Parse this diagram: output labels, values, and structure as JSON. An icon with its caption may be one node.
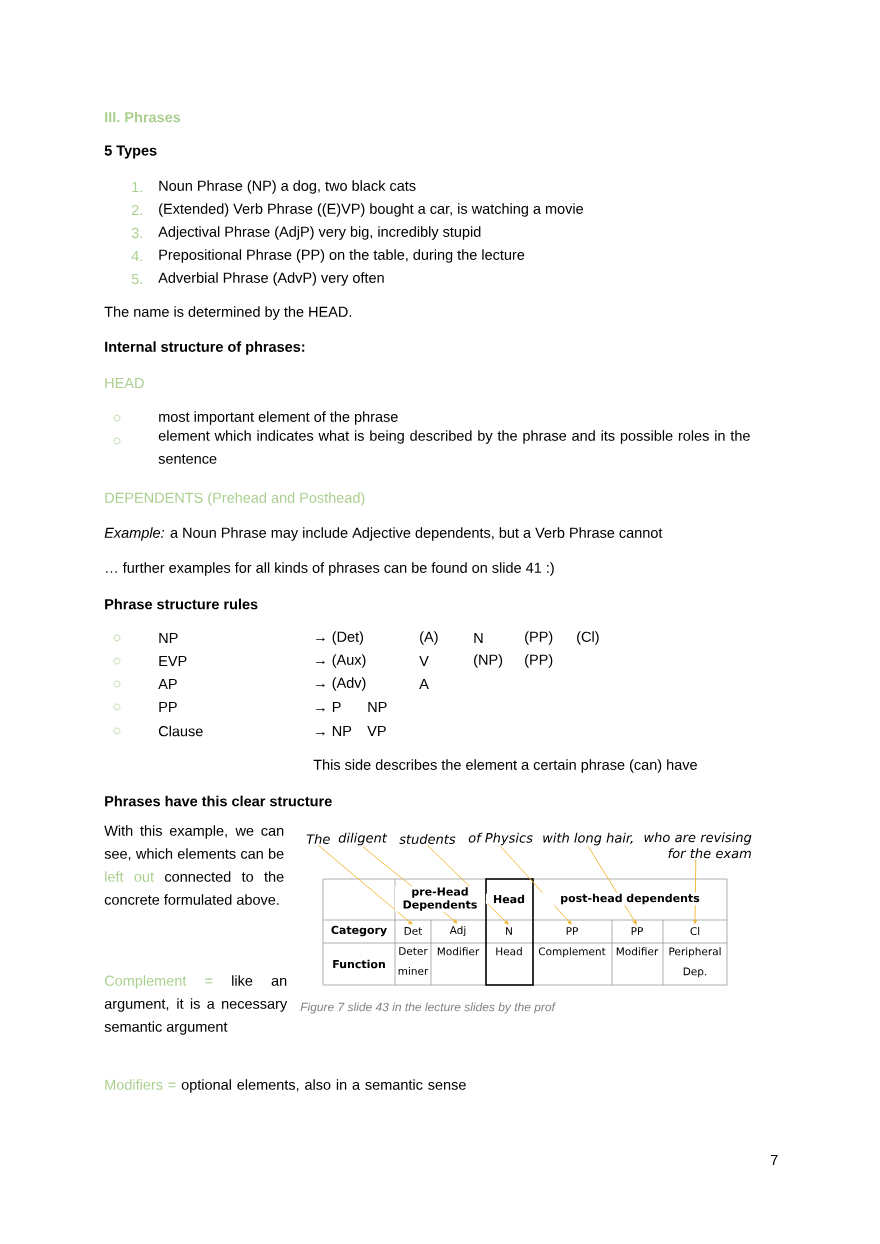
{
  "diagram": {
    "title": "III. Phrases",
    "caption": "Figure 7 slide 43 in the lecture slides by the prof",
    "nodes": [
      {
        "text": [
          "The"
        ]
      },
      {
        "text": [
          "diligent"
        ]
      },
      {
        "text": [
          "students"
        ]
      },
      {
        "text": [
          "of Physics"
        ]
      },
      {
        "text": [
          "with long hair,"
        ]
      },
      {
        "text": [
          "who are revising for the exam"
        ]
      },
      {
        "text": [
          "Det"
        ]
      },
      {
        "text": [
          "Adj"
        ]
      },
      {
        "text": [
          "N"
        ]
      },
      {
        "text": [
          "PP"
        ]
      },
      {
        "text": [
          "PP"
        ]
      },
      {
        "text": [
          "Cl"
        ]
      }
    ],
    "edges": [
      {
        "from": 0,
        "to": 6,
        "arrow": "to"
      },
      {
        "from": 1,
        "to": 7,
        "arrow": "to"
      },
      {
        "from": 2,
        "to": 8,
        "arrow": "to"
      },
      {
        "from": 3,
        "to": 9,
        "arrow": "to"
      },
      {
        "from": 4,
        "to": 10,
        "arrow": "to"
      },
      {
        "from": 5,
        "to": 11,
        "arrow": "to"
      }
    ],
    "labels": [
      "5 Types",
      "1.",
      "Noun Phrase (NP) a dog, two black cats",
      "2.",
      "(Extended) Verb Phrase ((E)VP) bought a car, is watching a movie",
      "3.",
      "Adjectival Phrase (AdjP) very big, incredibly stupid",
      "4.",
      "Prepositional Phrase (PP) on the table, during the lecture",
      "5.",
      "Adverbial Phrase (AdvP) very often",
      "The name is determined by the HEAD.",
      "Internal structure of phrases:",
      "HEAD",
      "most important element of the phrase",
      "element which indicates what is being described by the phrase and its possible roles in the sentence",
      "DEPENDENTS (Prehead and Posthead)",
      "*Example:* a Noun Phrase may include Adjective dependents, but a Verb Phrase cannot",
      "… further examples for all kinds of phrases can be found on slide 41 :)",
      "Phrase structure rules",
      "NP",
      "→ (Det)",
      "(A)",
      "N",
      "(PP)",
      "(Cl)",
      "EVP",
      "→ (Aux)",
      "V",
      "(NP)",
      "(PP)",
      "AP",
      "→ (Adv)",
      "A",
      "PP",
      "→ P",
      "NP",
      "Clause",
      "→ NP",
      "VP",
      "This side describes the element a certain phrase (can) have",
      "Phrases have this clear structure",
      "With this example, we can see, which elements can be",
      "left out",
      "connected to the concrete formulated above.",
      "Complement =",
      "like an argument, it is a necessary semantic argument",
      "Modifiers =",
      "optional elements, also in a semantic sense",
      "pre-Head Dependents",
      "Head",
      "post-head dependents",
      "Category",
      "Function",
      "Deter miner",
      "Modifier",
      "Head",
      "Complement",
      "Modifier",
      "Peripheral Dep.",
      "7"
    ]
  }
}
